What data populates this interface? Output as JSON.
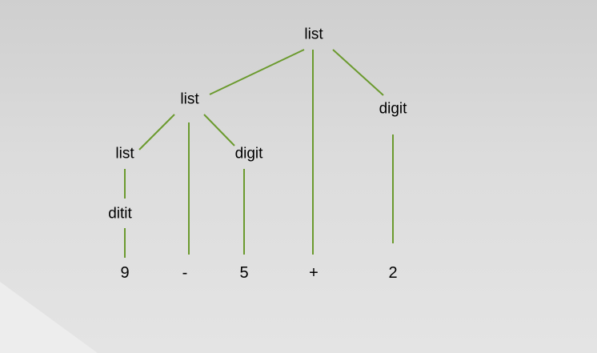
{
  "parse_tree": {
    "root": {
      "label": "list"
    },
    "level1": {
      "left_list": {
        "label": "list"
      },
      "right_digit": {
        "label": "digit"
      }
    },
    "level2": {
      "list": {
        "label": "list"
      },
      "digit": {
        "label": "digit"
      }
    },
    "level3": {
      "digit_misspelled": {
        "label": "ditit"
      }
    },
    "leaves": [
      {
        "label": "9"
      },
      {
        "label": "-"
      },
      {
        "label": "5"
      },
      {
        "label": "+"
      },
      {
        "label": "2"
      }
    ]
  },
  "colors": {
    "edge": "#6b9a2e",
    "background": "#d8d8d8"
  }
}
